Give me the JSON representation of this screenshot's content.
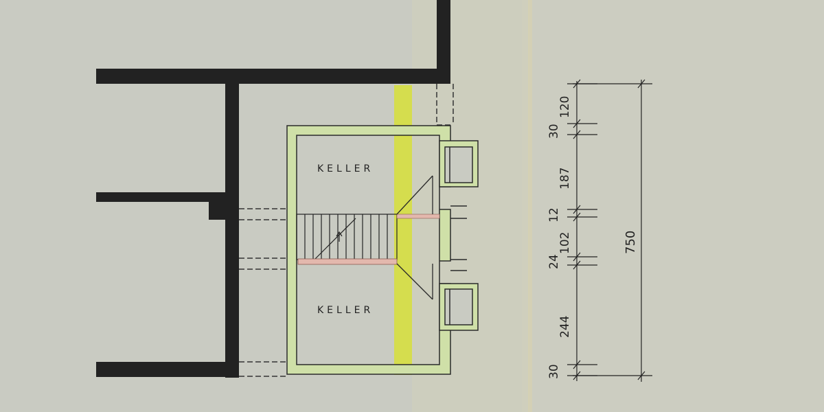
{
  "rooms": {
    "upper_label": "KELLER",
    "lower_label": "KELLER"
  },
  "dimensions": {
    "total": "750",
    "segments": {
      "s1": "120",
      "s2": "30",
      "s3": "187",
      "s4": "12",
      "s5": "102",
      "s6": "24",
      "s7": "244",
      "s8": "30"
    }
  },
  "colors": {
    "paper": "#c9cbc2",
    "existing_wall": "#222222",
    "new_wall_fill": "#cfe0a8",
    "new_wall_edge": "#2a2a2a",
    "highlight_band": "#d7e03a",
    "stair_landing": "#e3b8ad",
    "ink": "#222222"
  }
}
